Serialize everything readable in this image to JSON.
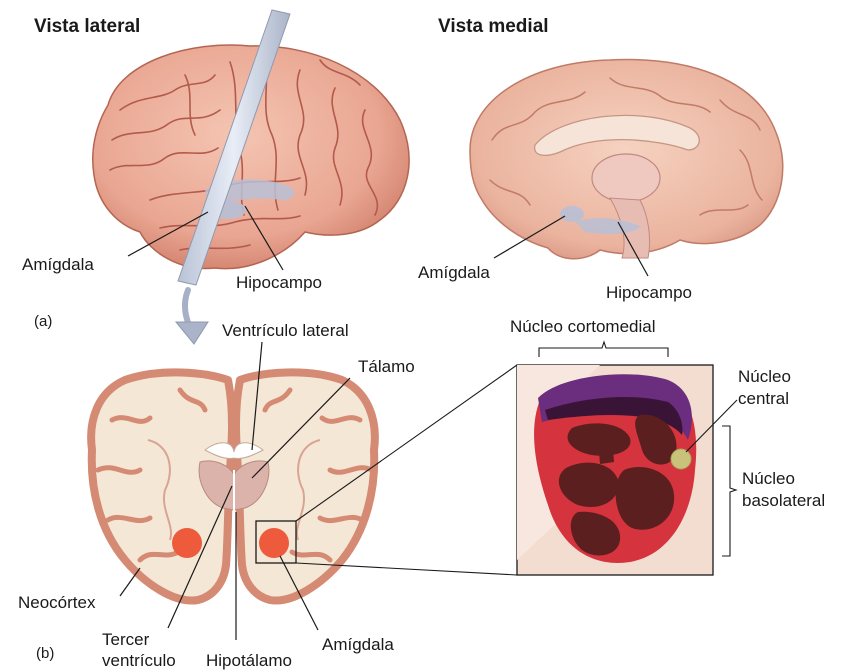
{
  "panel_a": {
    "marker": "(a)",
    "lateral_view": {
      "title": "Vista lateral",
      "amygdala_label": "Amígdala",
      "hippocampus_label": "Hipocampo"
    },
    "medial_view": {
      "title": "Vista medial",
      "amygdala_label": "Amígdala",
      "hippocampus_label": "Hipocampo"
    }
  },
  "panel_b": {
    "marker": "(b)",
    "labels": {
      "lateral_ventricle": "Ventrículo lateral",
      "thalamus": "Tálamo",
      "neocortex": "Neocórtex",
      "third_ventricle_line1": "Tercer",
      "third_ventricle_line2": "ventrículo",
      "hypothalamus": "Hipotálamo",
      "amygdala": "Amígdala"
    }
  },
  "inset": {
    "corticomedial_nucleus": "Núcleo cortomedial",
    "central_nucleus_line1": "Núcleo",
    "central_nucleus_line2": "central",
    "basolateral_nucleus_line1": "Núcleo",
    "basolateral_nucleus_line2": "basolateral"
  },
  "colors": {
    "brain_pink": "#e9a692",
    "gyri_lines": "#b35a4a",
    "amygdala_orange": "#ee5a3c",
    "inset_red": "#d5333d",
    "inset_dark": "#5a1f1e",
    "inset_purple": "#6b2d7e",
    "central_nucleus": "#c9c27a"
  }
}
